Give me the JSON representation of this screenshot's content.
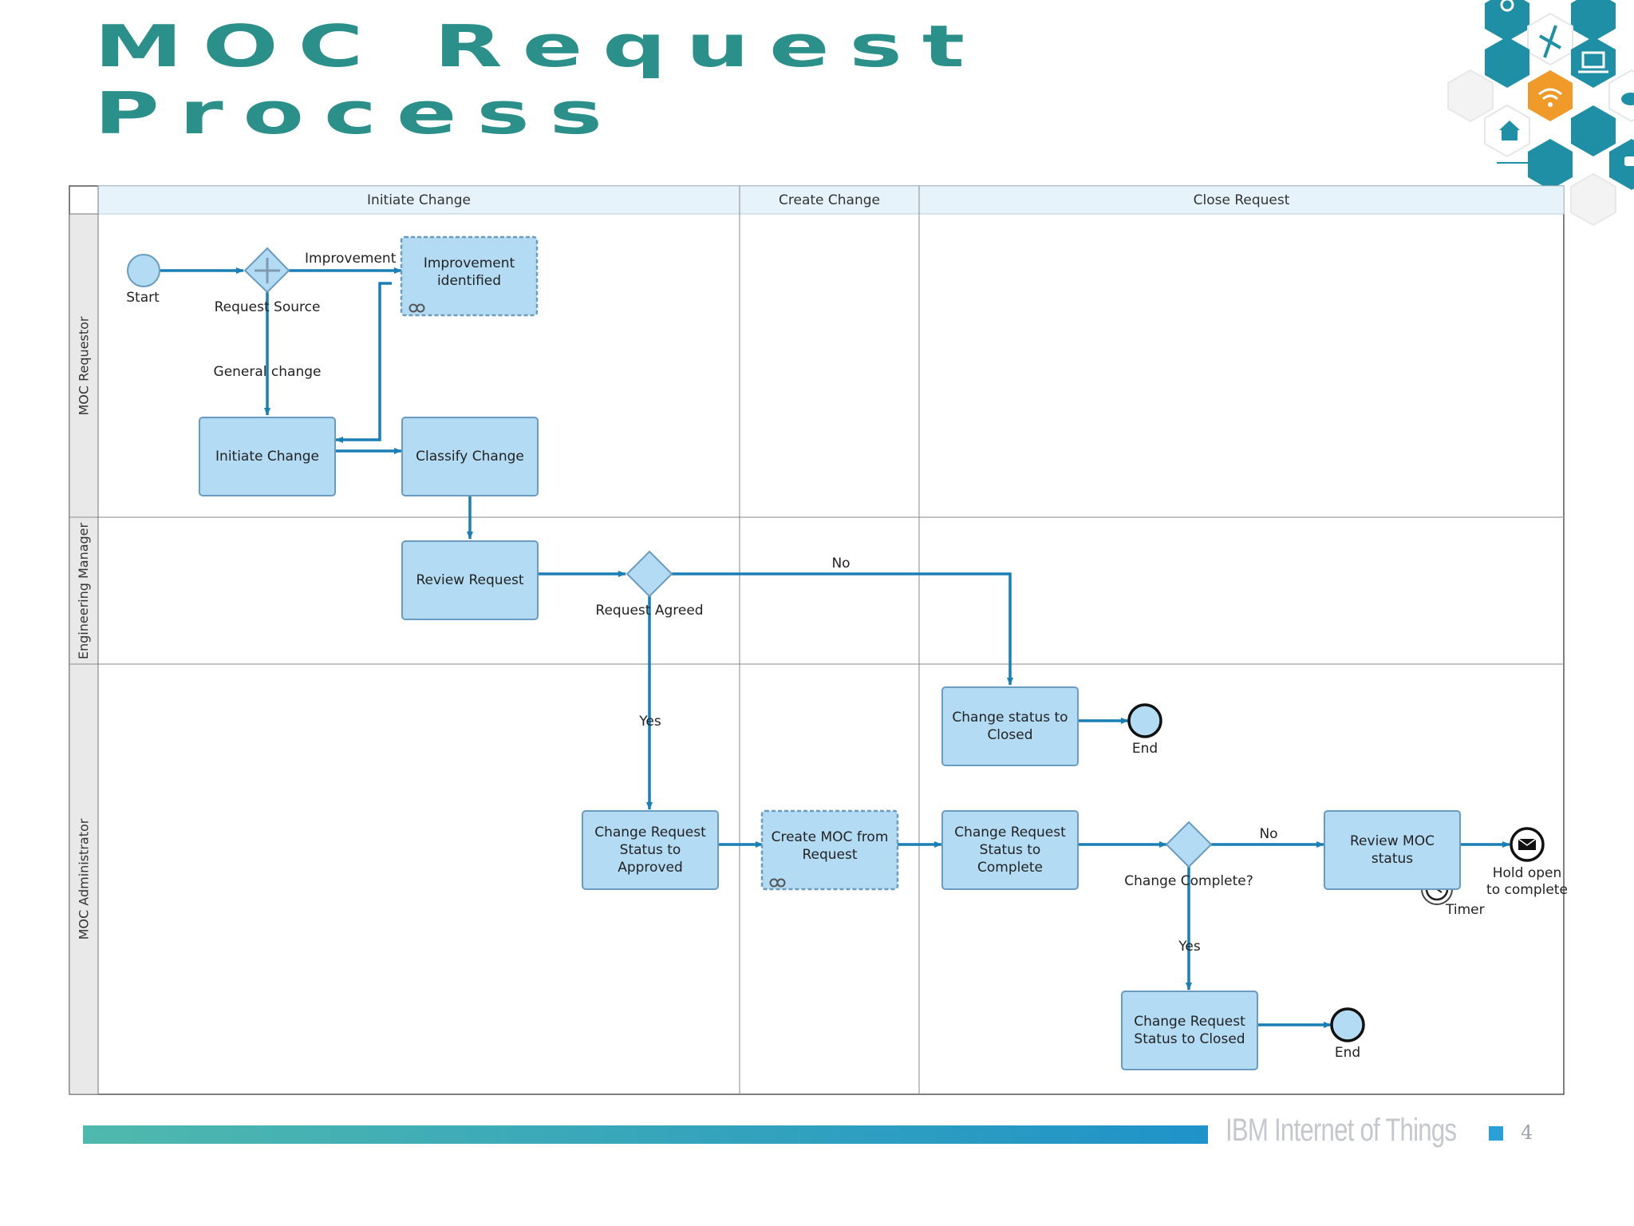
{
  "slide": {
    "title_line1": "MOC Request",
    "title_line2": "Process",
    "footer_brand": "IBM Internet of Things",
    "page_number": "4"
  },
  "diagram": {
    "phases": [
      "Initiate Change",
      "Create Change",
      "Close Request"
    ],
    "lanes": [
      "MOC Requestor",
      "Engineering Manager",
      "MOC Administrator"
    ],
    "tasks": {
      "improvement_identified": "Improvement identified",
      "initiate_change": "Initiate Change",
      "classify_change": "Classify Change",
      "review_request": "Review Request",
      "status_approved": "Change Request Status to Approved",
      "create_moc": "Create MOC from Request",
      "status_closed_top": "Change status to Closed",
      "status_complete": "Change Request Status to Complete",
      "review_moc_status": "Review MOC status",
      "status_closed_bottom": "Change Request Status to Closed"
    },
    "labels": {
      "start": "Start",
      "improvement": "Improvement",
      "request_source": "Request Source",
      "general_change": "General change",
      "no_top": "No",
      "request_agreed": "Request Agreed",
      "yes_left": "Yes",
      "end_top": "End",
      "no_right": "No",
      "change_complete": "Change Complete?",
      "hold_open_line1": "Hold open",
      "hold_open_line2": "to complete",
      "timer": "Timer",
      "yes_bottom": "Yes",
      "end_bottom": "End"
    }
  },
  "colors": {
    "title_teal": "#2b8f8a",
    "task_fill": "#b3dcf4",
    "task_border": "#6a9bc0",
    "flow_blue": "#1a7fb5",
    "lane_header_fill": "#e6f3fb",
    "footer_bar_start": "#4fb9ad",
    "footer_bar_end": "#1f93c9",
    "hex_teal": "#1e8fa5",
    "hex_orange": "#f09a2a"
  },
  "icons": [
    "gear-icon",
    "airplane-icon",
    "laptop-icon",
    "wifi-icon",
    "home-icon",
    "cloud-icon",
    "car-icon",
    "plus-icon",
    "subprocess-icon",
    "envelope-icon",
    "clock-icon"
  ]
}
